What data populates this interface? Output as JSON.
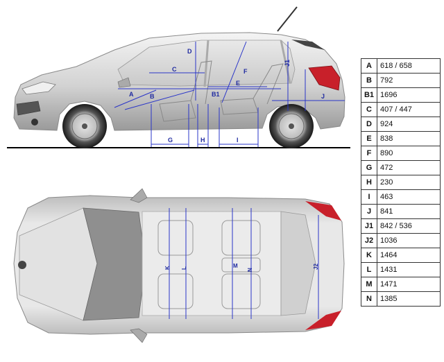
{
  "labels": {
    "side": {
      "A": "A",
      "B": "B",
      "B1": "B1",
      "C": "C",
      "D": "D",
      "E": "E",
      "F": "F",
      "G": "G",
      "H": "H",
      "I": "I",
      "J": "J",
      "J1": "J1"
    },
    "top": {
      "K": "K",
      "L": "L",
      "M": "M",
      "N": "N",
      "J2": "J2"
    }
  },
  "dimension_table": [
    {
      "key": "A",
      "value": "618 / 658"
    },
    {
      "key": "B",
      "value": "792"
    },
    {
      "key": "B1",
      "value": "1696"
    },
    {
      "key": "C",
      "value": "407 / 447"
    },
    {
      "key": "D",
      "value": "924"
    },
    {
      "key": "E",
      "value": "838"
    },
    {
      "key": "F",
      "value": "890"
    },
    {
      "key": "G",
      "value": "472"
    },
    {
      "key": "H",
      "value": "230"
    },
    {
      "key": "I",
      "value": "463"
    },
    {
      "key": "J",
      "value": "841"
    },
    {
      "key": "J1",
      "value": "842 / 536"
    },
    {
      "key": "J2",
      "value": "1036"
    },
    {
      "key": "K",
      "value": "1464"
    },
    {
      "key": "L",
      "value": "1431"
    },
    {
      "key": "M",
      "value": "1471"
    },
    {
      "key": "N",
      "value": "1385"
    }
  ],
  "colors": {
    "dimension_line": "#2a35c8",
    "body": "#d8d8d8",
    "body_dark": "#7a7a7a",
    "taillight": "#c8202a",
    "ground": "#000000"
  }
}
